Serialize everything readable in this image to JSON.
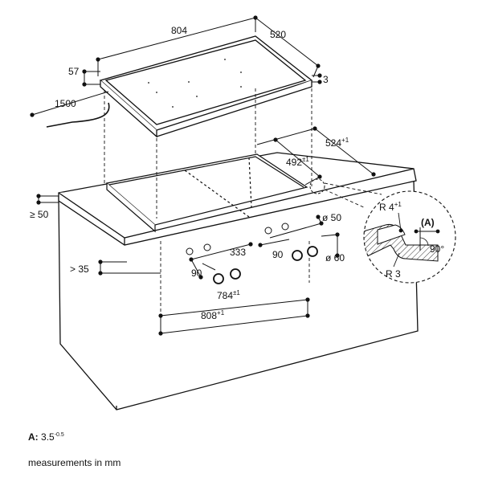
{
  "dimensions": {
    "hob_width": "804",
    "hob_depth": "520",
    "hob_height": "57",
    "hob_edge": "3",
    "cable_length": "1500",
    "cutout_depth": "524",
    "cutout_depth_tol": "+1",
    "cutout_inner": "492",
    "cutout_inner_tol": "±1",
    "min_wall": "≥ 50",
    "min_front": "> 35",
    "control_spacing": "333",
    "knob_angle_left": "90",
    "knob_angle_right": "90",
    "knob_hole_small": "ø 50",
    "knob_hole_large": "ø 60",
    "cutout_width_inner": "784",
    "cutout_width_inner_tol": "±1",
    "cutout_width_outer": "808",
    "cutout_width_outer_tol": "+1"
  },
  "detail": {
    "radius_top": "R 4",
    "radius_top_tol": "+1",
    "radius_bottom": "R 3",
    "marker": "(A)",
    "angle": "90",
    "angle_unit": "°"
  },
  "notes": {
    "a_label": "A:",
    "a_value": "3.5",
    "a_tol": "-0.5",
    "units": "measurements in mm"
  }
}
